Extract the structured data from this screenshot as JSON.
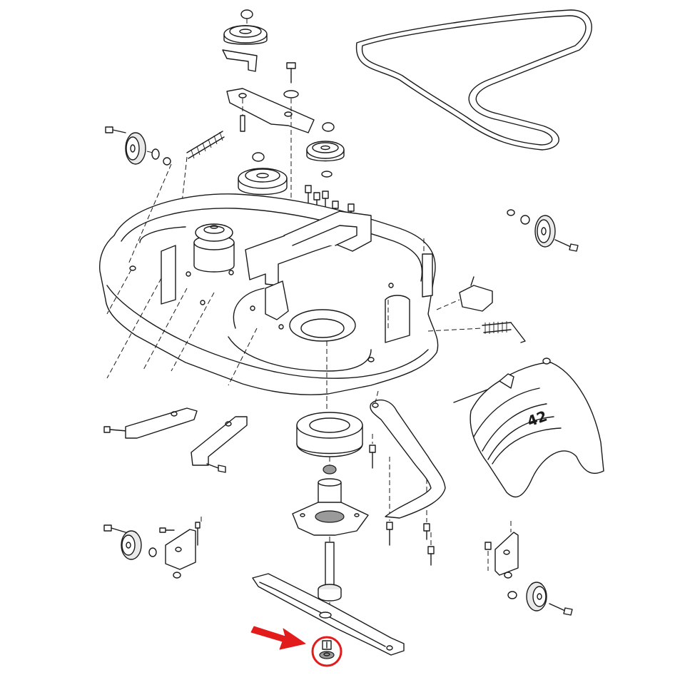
{
  "diagram": {
    "deck_badge_text": "42",
    "highlight_color": "#e21b1b",
    "line_color": "#1a1a1a",
    "highlighted_part": "blade-bolt",
    "pointer": "red-arrow"
  }
}
